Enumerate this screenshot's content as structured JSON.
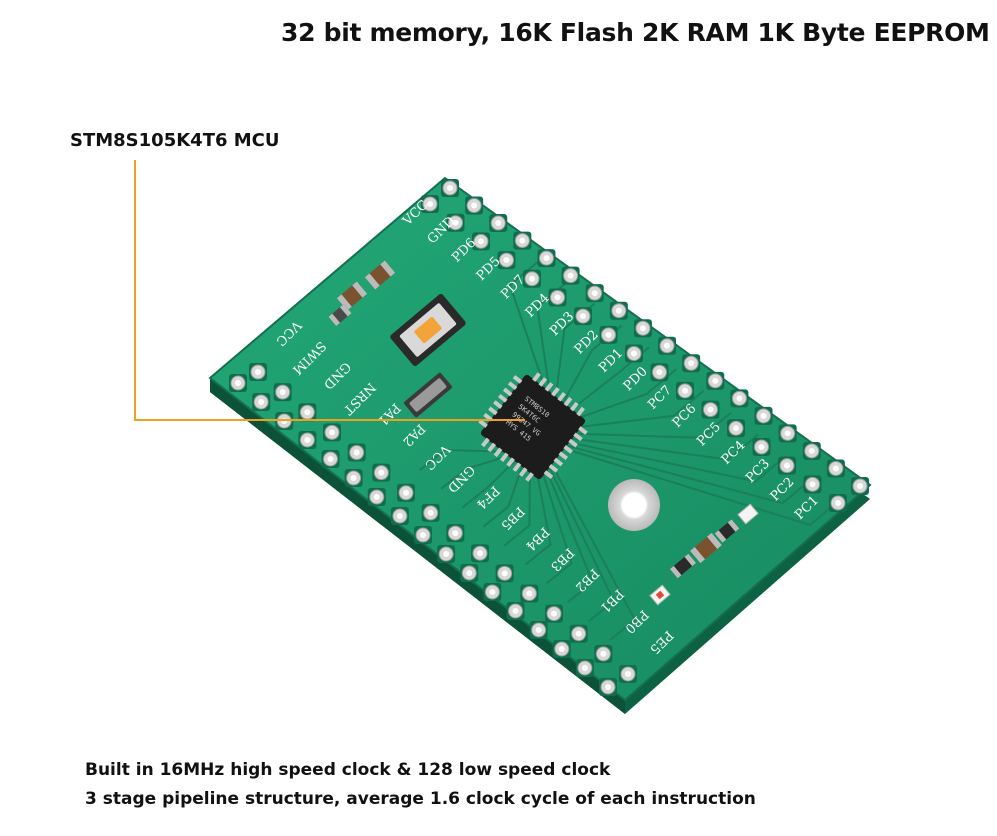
{
  "header": {
    "title": "32 bit memory, 16K Flash 2K RAM 1K Byte EEPROM"
  },
  "callout": {
    "label": "STM8S105K4T6 MCU",
    "line_color": "#f0a020"
  },
  "footer": {
    "line1": "Built in 16MHz high speed clock & 128 low speed clock",
    "line2": "3 stage pipeline structure, average 1.6 clock cycle of each instruction"
  },
  "board": {
    "pcb_color": "#1f9a6f",
    "right_pins": [
      "VCC",
      "GND",
      "PD6",
      "PD5",
      "PD7",
      "PD4",
      "PD3",
      "PD2",
      "PD1",
      "PD0",
      "PC7",
      "PC6",
      "PC5",
      "PC4",
      "PC3",
      "PC2",
      "PC1"
    ],
    "left_pins": [
      "VCC",
      "SWIM",
      "GND",
      "NRST",
      "PA1",
      "PA2",
      "VCC",
      "GND",
      "PF4",
      "PB5",
      "PB4",
      "PB3",
      "PB2",
      "PB1",
      "PB0",
      "PE5"
    ],
    "chip_lines": [
      "STM8S10",
      "5K4T6C",
      "99347 VG",
      "MYS 415"
    ]
  }
}
